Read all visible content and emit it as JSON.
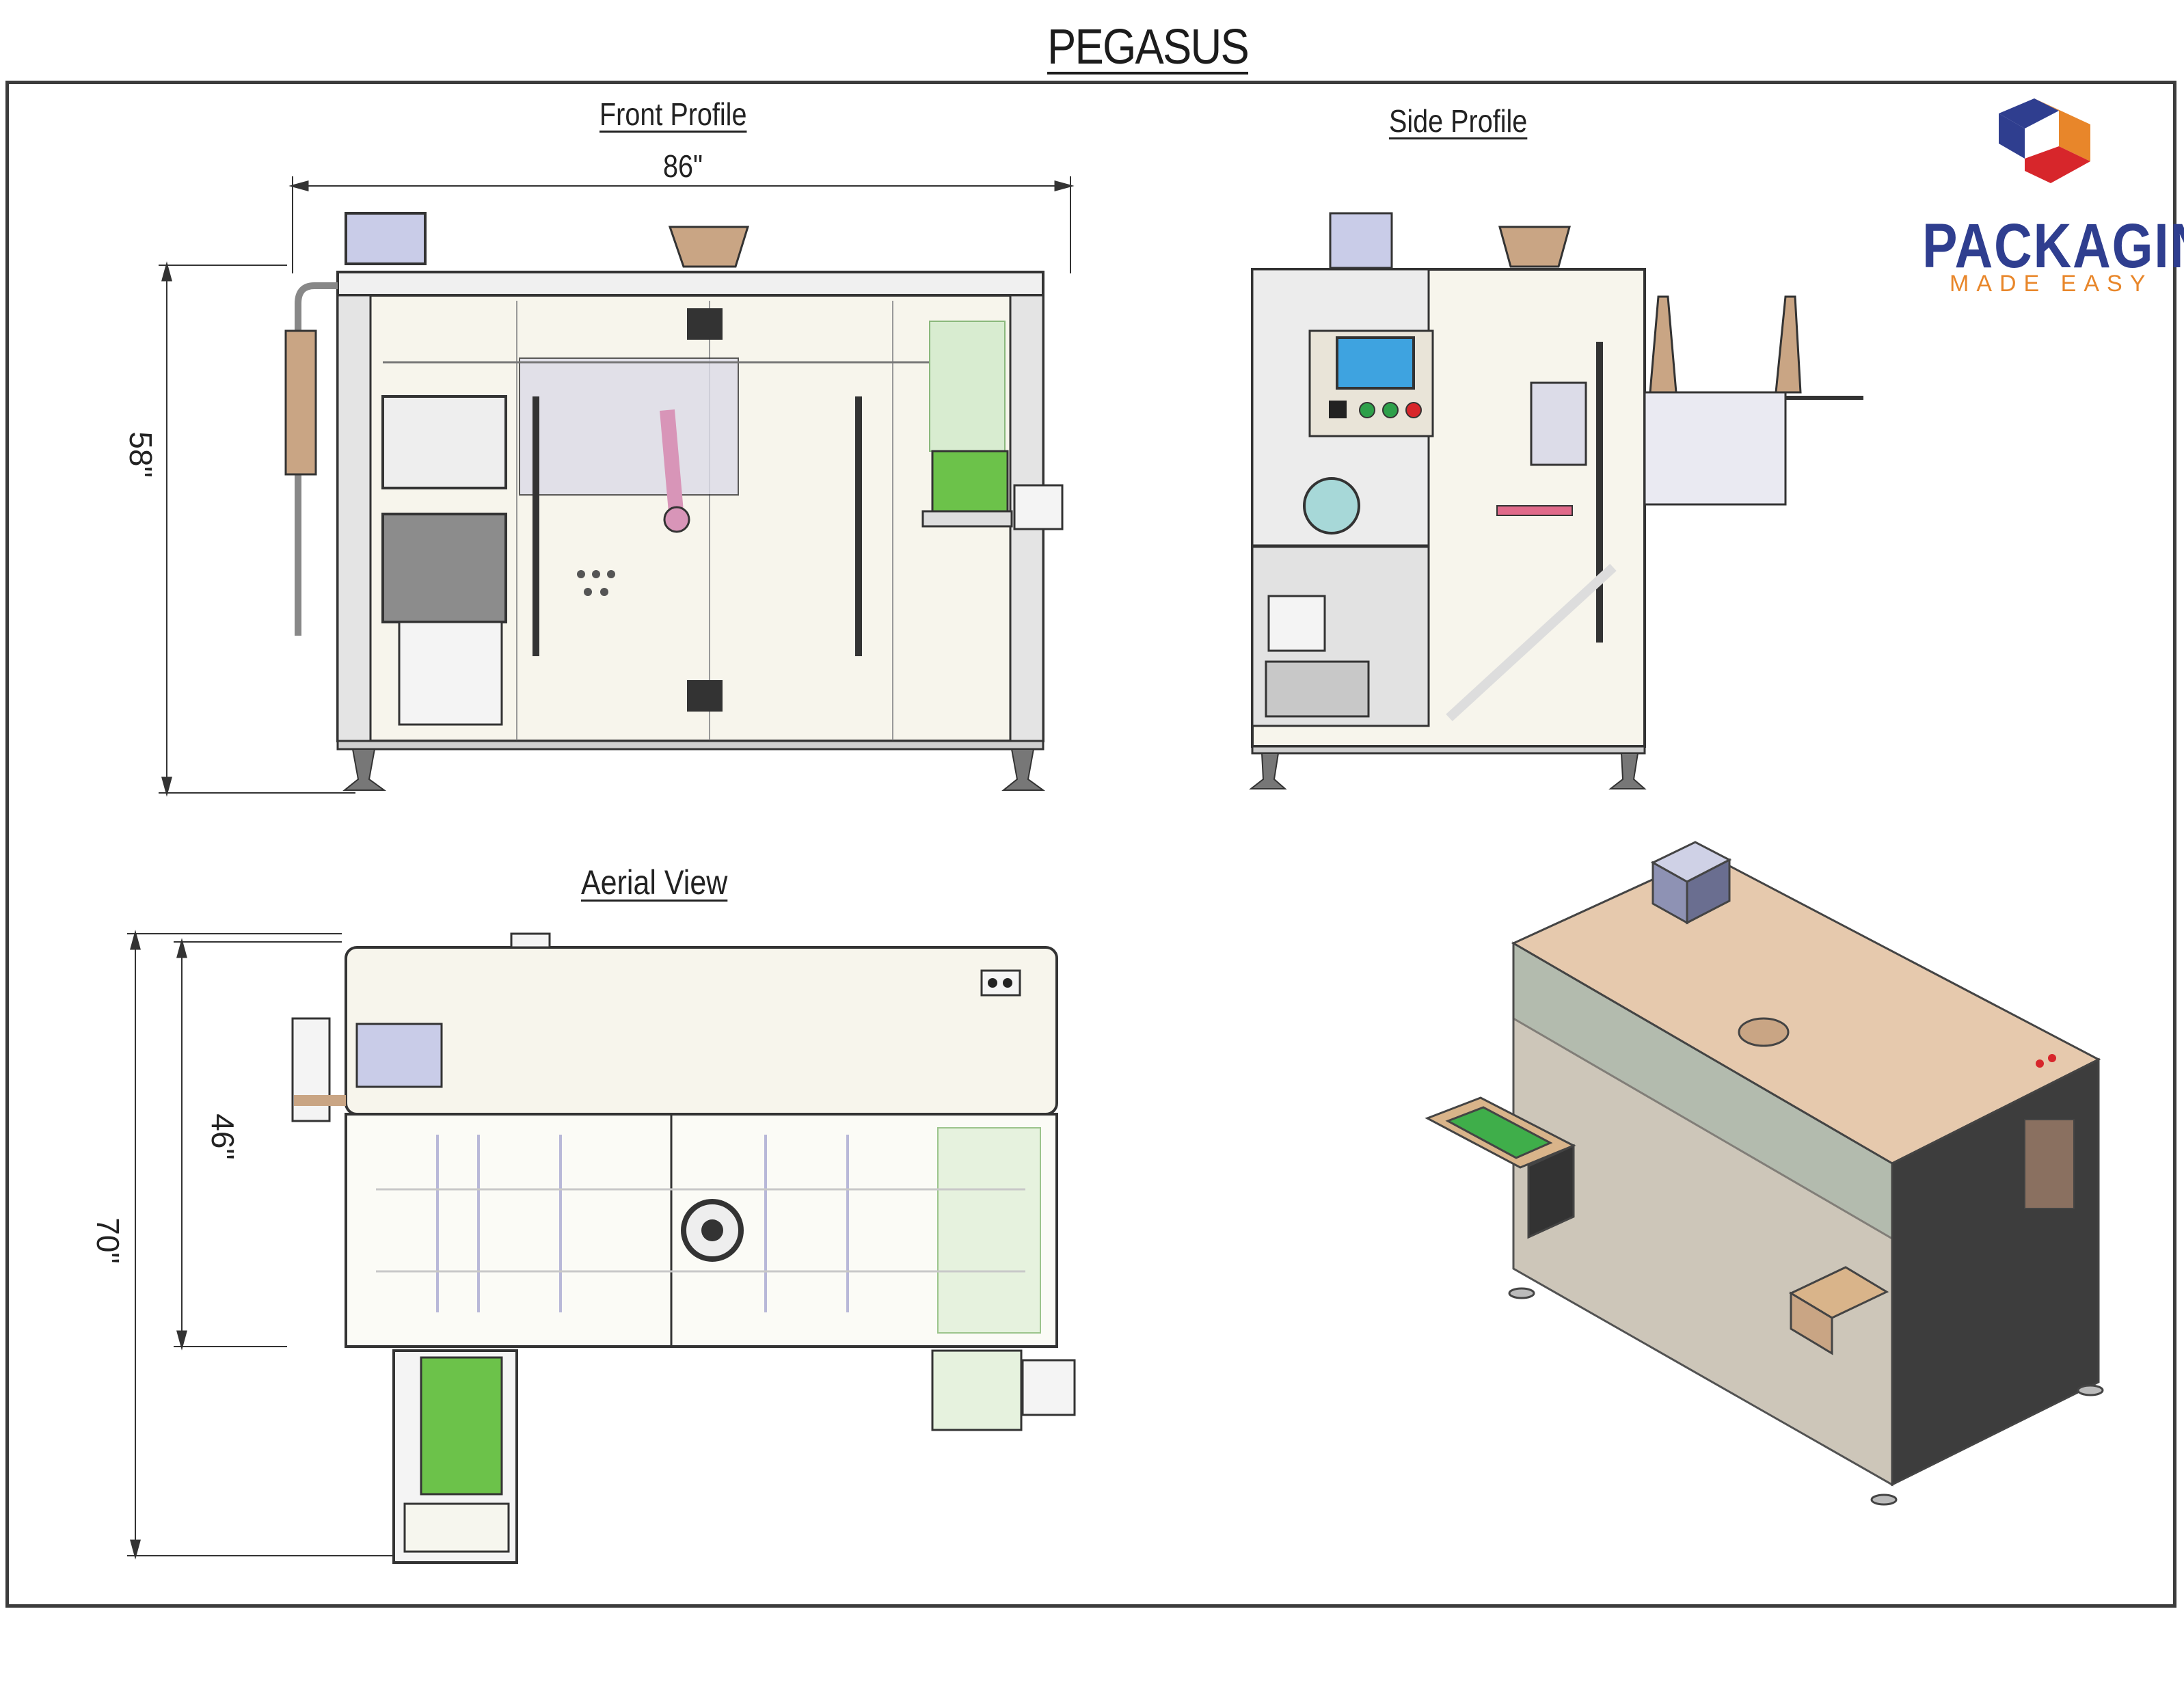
{
  "title": "PEGASUS",
  "views": {
    "front": {
      "label": "Front Profile",
      "width_dim": "86\"",
      "height_dim": "58\""
    },
    "side": {
      "label": "Side Profile"
    },
    "aerial": {
      "label": "Aerial View",
      "depth_dim": "46\"",
      "total_depth_dim": "70\""
    }
  },
  "logo": {
    "wordmark": "PACKAGING",
    "tagline": "MADE EASY"
  },
  "colors": {
    "frame": "#3c3c3c",
    "machine_fill": "#f7f5ec",
    "screen": "#c9cce8",
    "conveyor_green": "#6cc24a",
    "hopper": "#c9a584",
    "cabinet_tan": "#e6c9ad",
    "logo_blue": "#2f3e8f",
    "logo_orange": "#e8862a",
    "logo_red": "#d7262b"
  }
}
